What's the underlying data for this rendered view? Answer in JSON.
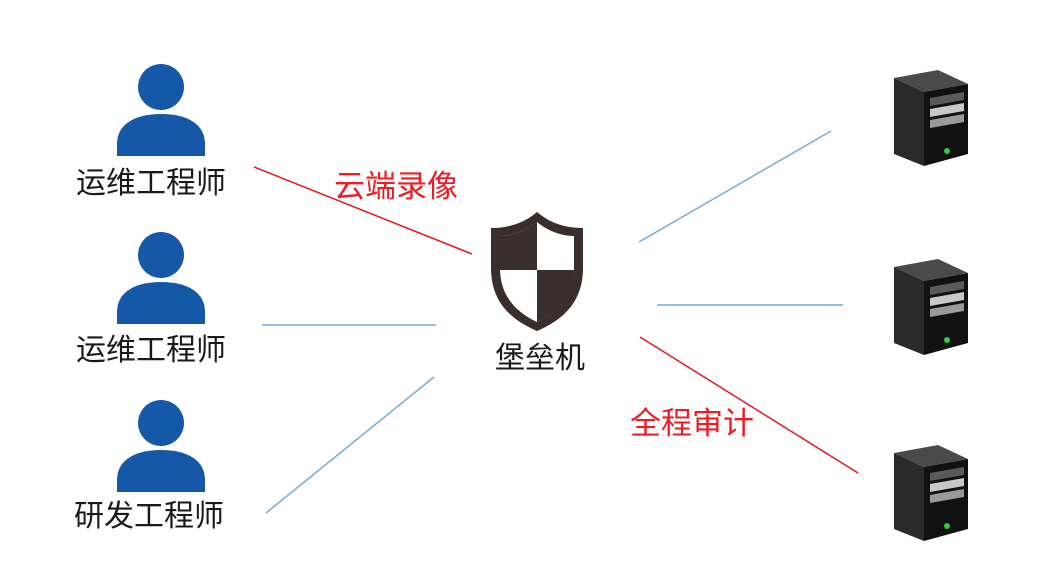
{
  "users": [
    {
      "label": "运维工程师"
    },
    {
      "label": "运维工程师"
    },
    {
      "label": "研发工程师"
    }
  ],
  "gateway": {
    "label": "堡垒机"
  },
  "annotations": {
    "top": "云端录像",
    "bottom": "全程审计"
  },
  "servers": [
    {},
    {},
    {}
  ],
  "colors": {
    "person": "#1658a8",
    "red_line": "#e3191f",
    "blue_line": "#74a9d8",
    "annotation": "#ee1c25",
    "shield_dark": "#3a2d2d",
    "server_body": "#1b1b1b"
  }
}
